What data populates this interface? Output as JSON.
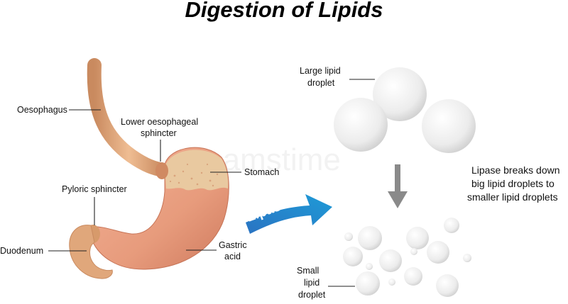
{
  "title": "Digestion of Lipids",
  "labels": {
    "oesophagus": "Oesophagus",
    "lower_sphincter_line1": "Lower oesophageal",
    "lower_sphincter_line2": "sphincter",
    "stomach": "Stomach",
    "pyloric_sphincter": "Pyloric sphincter",
    "duodenum": "Duodenum",
    "gastric_acid_line1": "Gastric",
    "gastric_acid_line2": "acid",
    "large_droplet_line1": "Large lipid",
    "large_droplet_line2": "droplet",
    "small_droplet_line1": "Small",
    "small_droplet_line2": "lipid",
    "small_droplet_line3": "droplet"
  },
  "enzyme": "Lipase",
  "explanation": {
    "line1": "Lipase breaks down",
    "line2": "big lipid droplets to",
    "line3": "smaller lipid droplets"
  },
  "watermark": "dreamstime",
  "colors": {
    "organ": "#e79b7c",
    "organ_dark": "#cf7a5e",
    "oesophagus": "#e0a77b",
    "lipid_layer": "#e9c9a0",
    "droplet": "#ececec",
    "arrow_blue": "#1f6fbf",
    "down_arrow": "#8a8a8a"
  },
  "icons": {
    "enzyme_arrow": "curved-arrow-icon",
    "process_arrow": "down-arrow-icon"
  }
}
